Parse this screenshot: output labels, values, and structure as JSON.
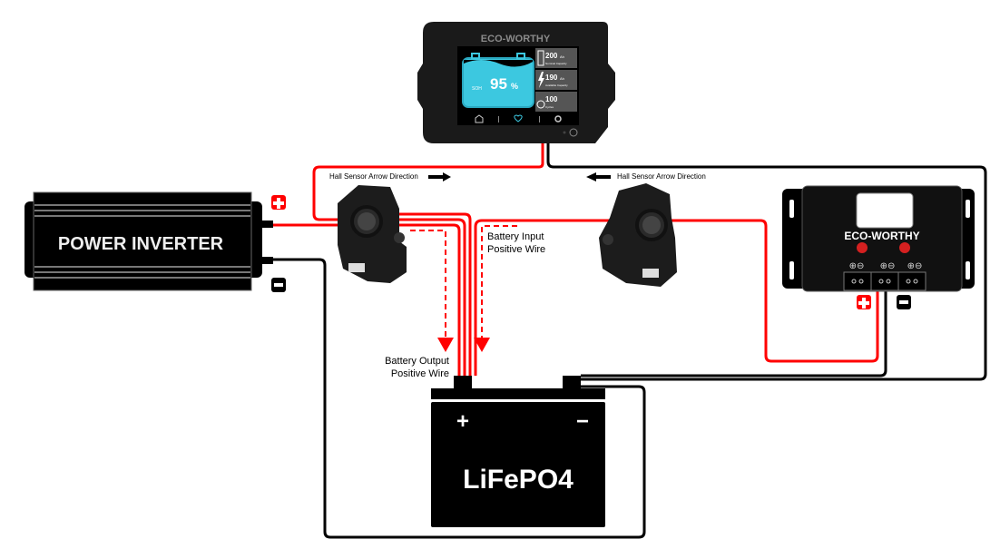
{
  "monitor": {
    "brand": "ECO-WORTHY",
    "soh_label": "SOH",
    "soh_value": "95",
    "soh_unit": "%",
    "stats": [
      {
        "icon": "battery-icon",
        "value": "200",
        "unit": "Ah",
        "caption": "Nominal Capacity"
      },
      {
        "icon": "lightning-icon",
        "value": "190",
        "unit": "Ah",
        "caption": "Available Capacity"
      },
      {
        "icon": "cycle-icon",
        "value": "100",
        "unit": "",
        "caption": "Cycles"
      }
    ],
    "nav": [
      "home-icon",
      "heart-icon",
      "gear-icon"
    ]
  },
  "labels": {
    "hall_left": "Hall Sensor Arrow Direction",
    "hall_right": "Hall Sensor Arrow Direction",
    "battery_input_1": "Battery Input",
    "battery_input_2": "Positive Wire",
    "battery_output_1": "Battery Output",
    "battery_output_2": "Positive Wire"
  },
  "inverter": {
    "title": "POWER INVERTER"
  },
  "controller": {
    "brand": "ECO-WORTHY",
    "terminal_symbols": [
      "⊕⊖",
      "⊕⊖",
      "⊕⊖"
    ]
  },
  "battery": {
    "title": "LiFePO4",
    "plus": "+",
    "minus": "−"
  },
  "colors": {
    "positive": "#ff0000",
    "negative": "#000000",
    "screen_accent": "#3cc8e0"
  }
}
